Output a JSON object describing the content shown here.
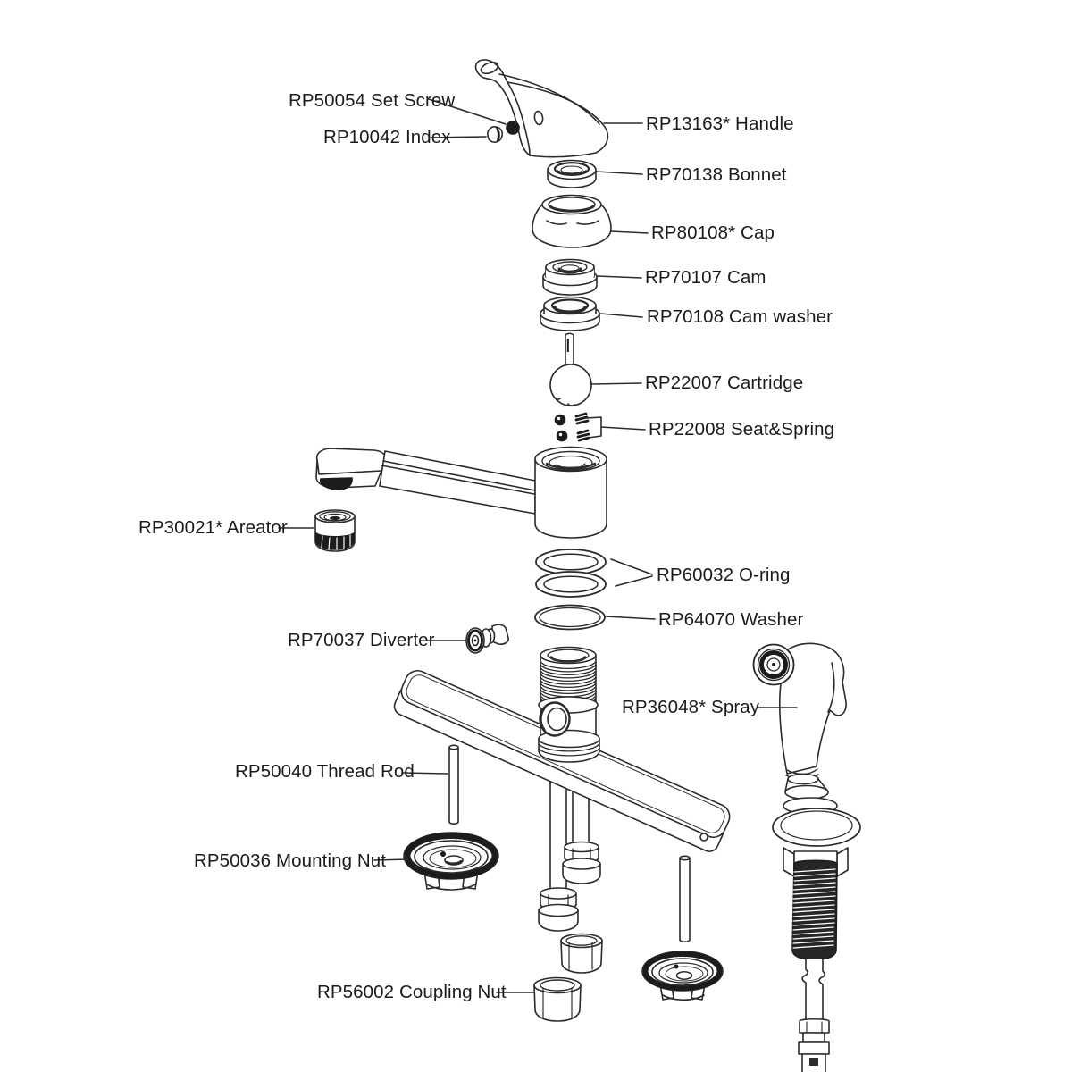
{
  "diagram": {
    "type": "exploded-parts-diagram",
    "parts": [
      {
        "part_number": "RP50054",
        "part_name": "Set Screw",
        "label": "RP50054 Set Screw",
        "label_side": "left"
      },
      {
        "part_number": "RP10042",
        "part_name": "Index",
        "label": "RP10042 Index",
        "label_side": "left"
      },
      {
        "part_number": "RP13163*",
        "part_name": "Handle",
        "label": "RP13163* Handle",
        "label_side": "right"
      },
      {
        "part_number": "RP70138",
        "part_name": "Bonnet",
        "label": "RP70138 Bonnet",
        "label_side": "right"
      },
      {
        "part_number": "RP80108*",
        "part_name": "Cap",
        "label": "RP80108* Cap",
        "label_side": "right"
      },
      {
        "part_number": "RP70107",
        "part_name": "Cam",
        "label": "RP70107 Cam",
        "label_side": "right"
      },
      {
        "part_number": "RP70108",
        "part_name": "Cam washer",
        "label": "RP70108 Cam washer",
        "label_side": "right"
      },
      {
        "part_number": "RP22007",
        "part_name": "Cartridge",
        "label": "RP22007 Cartridge",
        "label_side": "right"
      },
      {
        "part_number": "RP22008",
        "part_name": "Seat&Spring",
        "label": "RP22008 Seat&Spring",
        "label_side": "right"
      },
      {
        "part_number": "RP30021*",
        "part_name": "Areator",
        "label": "RP30021* Areator",
        "label_side": "left"
      },
      {
        "part_number": "RP60032",
        "part_name": "O-ring",
        "label": "RP60032 O-ring",
        "label_side": "right"
      },
      {
        "part_number": "RP64070",
        "part_name": "Washer",
        "label": "RP64070 Washer",
        "label_side": "right"
      },
      {
        "part_number": "RP70037",
        "part_name": "Diverter",
        "label": "RP70037 Diverter",
        "label_side": "left"
      },
      {
        "part_number": "RP36048*",
        "part_name": "Spray",
        "label": "RP36048* Spray",
        "label_side": "right"
      },
      {
        "part_number": "RP50040",
        "part_name": "Thread Rod",
        "label": "RP50040 Thread Rod",
        "label_side": "left"
      },
      {
        "part_number": "RP50036",
        "part_name": "Mounting Nut",
        "label": "RP50036 Mounting Nut",
        "label_side": "left"
      },
      {
        "part_number": "RP56002",
        "part_name": "Coupling Nut",
        "label": "RP56002 Coupling Nut",
        "label_side": "left"
      }
    ],
    "colors": {
      "background": "#ffffff",
      "line": "#2b2b2b",
      "text": "#1b1b1b",
      "dark_fill": "#1c1c1c"
    }
  }
}
